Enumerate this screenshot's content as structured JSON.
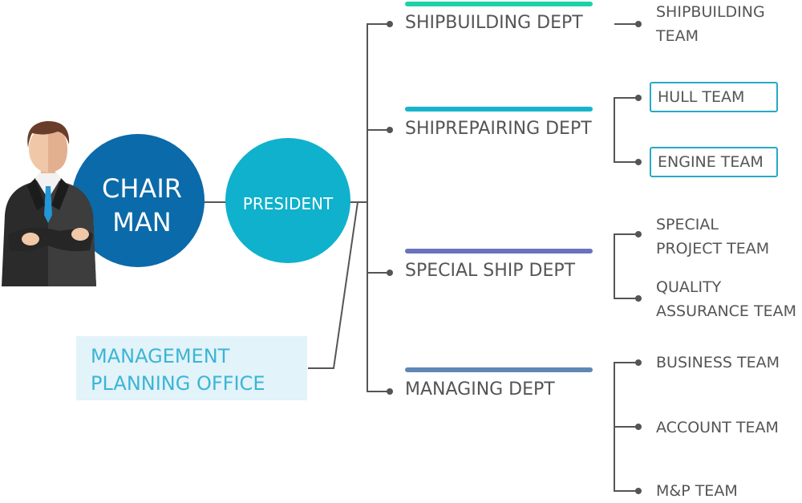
{
  "colors": {
    "chairman_circle": "#0b6aa9",
    "president_circle": "#0fb1cc",
    "connector": "#555555",
    "bar_shipbuilding": "#1cd2a8",
    "bar_shiprepairing": "#17b3cc",
    "bar_special_ship": "#6a72bd",
    "bar_managing": "#5f87b4",
    "team_box_border": "#27a9c7",
    "mpo_background": "#e2f3f9",
    "mpo_text": "#3bb5d6"
  },
  "chairman": {
    "line1": "CHAIR",
    "line2": "MAN"
  },
  "president": {
    "label": "PRESIDENT"
  },
  "management_office": {
    "line1": "MANAGEMENT",
    "line2": "PLANNING OFFICE"
  },
  "departments": [
    {
      "label": "SHIPBUILDING DEPT",
      "teams": [
        {
          "line1": "SHIPBUILDING",
          "line2": "TEAM"
        }
      ]
    },
    {
      "label": "SHIPREPAIRING DEPT",
      "teams": [
        {
          "line1": "HULL TEAM"
        },
        {
          "line1": "ENGINE TEAM"
        }
      ]
    },
    {
      "label": "SPECIAL SHIP DEPT",
      "teams": [
        {
          "line1": "SPECIAL",
          "line2": "PROJECT TEAM"
        },
        {
          "line1": "QUALITY",
          "line2": "ASSURANCE TEAM"
        }
      ]
    },
    {
      "label": "MANAGING DEPT",
      "teams": [
        {
          "line1": "BUSINESS TEAM"
        },
        {
          "line1": "ACCOUNT TEAM"
        },
        {
          "line1": "M&P TEAM"
        }
      ]
    }
  ]
}
